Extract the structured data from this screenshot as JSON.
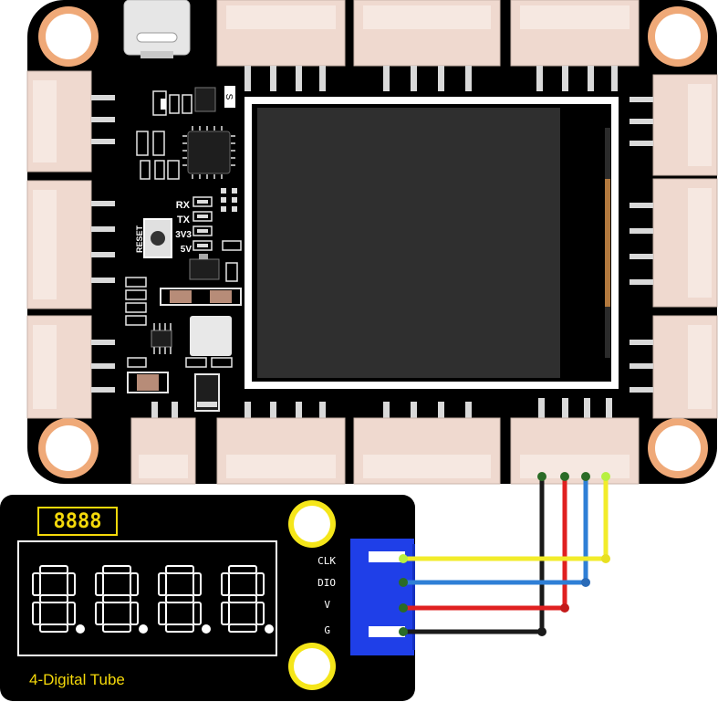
{
  "board": {
    "silkscreen": {
      "rx": "RX",
      "tx": "TX",
      "v33": "3V3",
      "v5": "5V",
      "reset": "RESET",
      "chip_mark": "S"
    }
  },
  "module": {
    "title": "4-Digital Tube",
    "mini_digits": "8888",
    "pins": [
      "CLK",
      "DIO",
      "V",
      "G"
    ]
  },
  "wires": [
    {
      "pin": "CLK",
      "color": "#f2ec2a"
    },
    {
      "pin": "DIO",
      "color": "#2f7fd6"
    },
    {
      "pin": "V",
      "color": "#e02020"
    },
    {
      "pin": "G",
      "color": "#1a1a1a"
    }
  ],
  "colors": {
    "board": "#000000",
    "connector": "#efd9cf",
    "mounting_ring": "#efa978",
    "module_ring": "#f5e61a",
    "header_blue": "#1f3fe8"
  }
}
